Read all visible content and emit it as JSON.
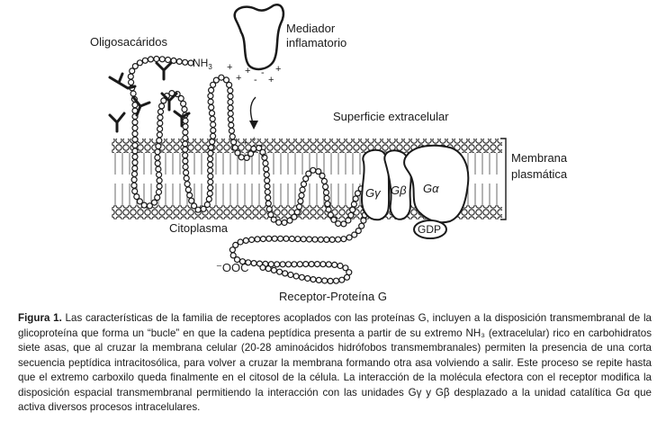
{
  "labels": {
    "oligosacaridos": "Oligosacáridos",
    "nh3": "NH",
    "nh3_sub": "3",
    "mediador_line1": "Mediador",
    "mediador_line2": "inflamatorio",
    "superficie": "Superficie extracelular",
    "membrana_line1": "Membrana",
    "membrana_line2": "plasmática",
    "citoplasma": "Citoplasma",
    "cooh": "⁻OOC",
    "receptor": "Receptor-Proteína G",
    "g_gamma": "Gγ",
    "g_beta": "Gβ",
    "g_alpha": "Gα",
    "gdp": "GDP"
  },
  "caption": {
    "figure_label": "Figura 1.",
    "text": "Las características de la familia de receptores acoplados con las proteínas G, incluyen a la disposición transmembranal de la glicoproteína que forma un “bucle” en que la cadena peptídica presenta a partir de su extremo NH₃ (extracelular) rico en carbohidratos siete asas, que al cruzar la membrana celular (20-28 aminoácidos hidrófobos transmembranales) permiten la presencia de una corta secuencia peptídica intracitosólica, para volver a cruzar la membrana formando otra asa volviendo a salir. Este proceso se repite hasta que el extremo carboxilo queda finalmente en el citosol de la célula. La interacción de la molécula efectora con el receptor modifica la disposición espacial transmembranal permitiendo la interacción con las unidades Gγ y Gβ desplazado a la unidad catalítica Gα que activa diversos procesos intracelulares."
  }
}
